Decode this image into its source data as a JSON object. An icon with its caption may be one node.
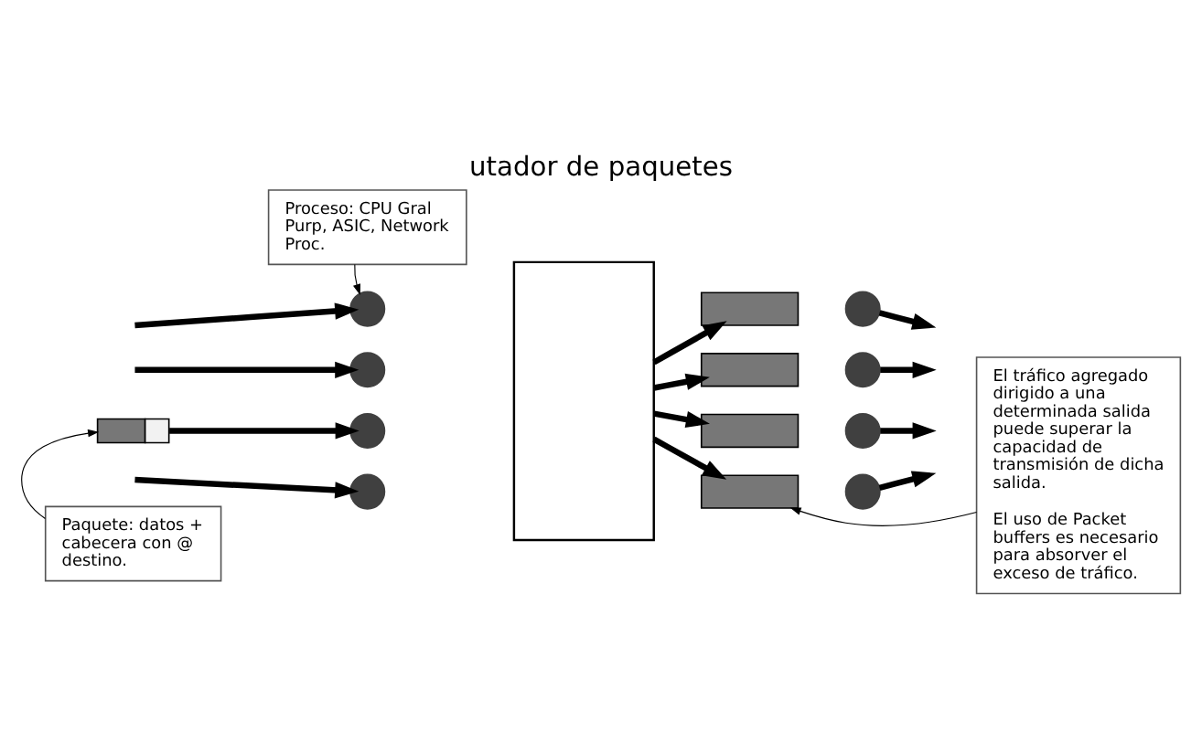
{
  "diagram": {
    "title": "utador de paquetes",
    "nodes": [
      {
        "text": [
          "Proceso: CPU Gral Purp, ASIC, Network Proc."
        ]
      },
      {
        "text": [
          "El tráfico agregado dirigido a una determinada salida puede superar la capacidad de transmisión de dicha salida.",
          "El uso de Packet buffers es necesario para absorver el exceso de tráfico."
        ]
      },
      {
        "text": [],
        "shape": "circle"
      },
      {
        "text": [],
        "shape": "circle"
      },
      {
        "text": [],
        "shape": "circle"
      },
      {
        "text": [],
        "shape": "circle"
      },
      {
        "text": [],
        "shape": "box"
      },
      {
        "text": [],
        "shape": "bar"
      },
      {
        "text": [],
        "shape": "bar"
      },
      {
        "text": [],
        "shape": "bar"
      },
      {
        "text": [],
        "shape": "bar"
      },
      {
        "text": [],
        "shape": "circle"
      },
      {
        "text": [],
        "shape": "circle"
      },
      {
        "text": [],
        "shape": "circle"
      },
      {
        "text": [],
        "shape": "circle"
      },
      {
        "text": [],
        "shape": "bar"
      },
      {
        "text": [
          "Paquete: datos + cabecera con @ destino."
        ]
      }
    ],
    "edges": [
      {
        "from": null,
        "to": 2,
        "arrow": "to"
      },
      {
        "from": null,
        "to": 3,
        "arrow": "to"
      },
      {
        "from": 15,
        "to": 4,
        "arrow": "to"
      },
      {
        "from": null,
        "to": 5,
        "arrow": "to"
      },
      {
        "from": 6,
        "to": 7,
        "arrow": "to"
      },
      {
        "from": 6,
        "to": 8,
        "arrow": "to"
      },
      {
        "from": 6,
        "to": 9,
        "arrow": "to"
      },
      {
        "from": 6,
        "to": 10,
        "arrow": "to"
      },
      {
        "from": 11,
        "to": null,
        "arrow": "to"
      },
      {
        "from": 12,
        "to": null,
        "arrow": "to"
      },
      {
        "from": 13,
        "to": null,
        "arrow": "to"
      },
      {
        "from": 14,
        "to": null,
        "arrow": "to"
      },
      {
        "from": 0,
        "to": 2,
        "arrow": "to"
      },
      {
        "from": 16,
        "to": 15,
        "arrow": "to"
      },
      {
        "from": 1,
        "to": 10,
        "arrow": "to"
      }
    ]
  }
}
